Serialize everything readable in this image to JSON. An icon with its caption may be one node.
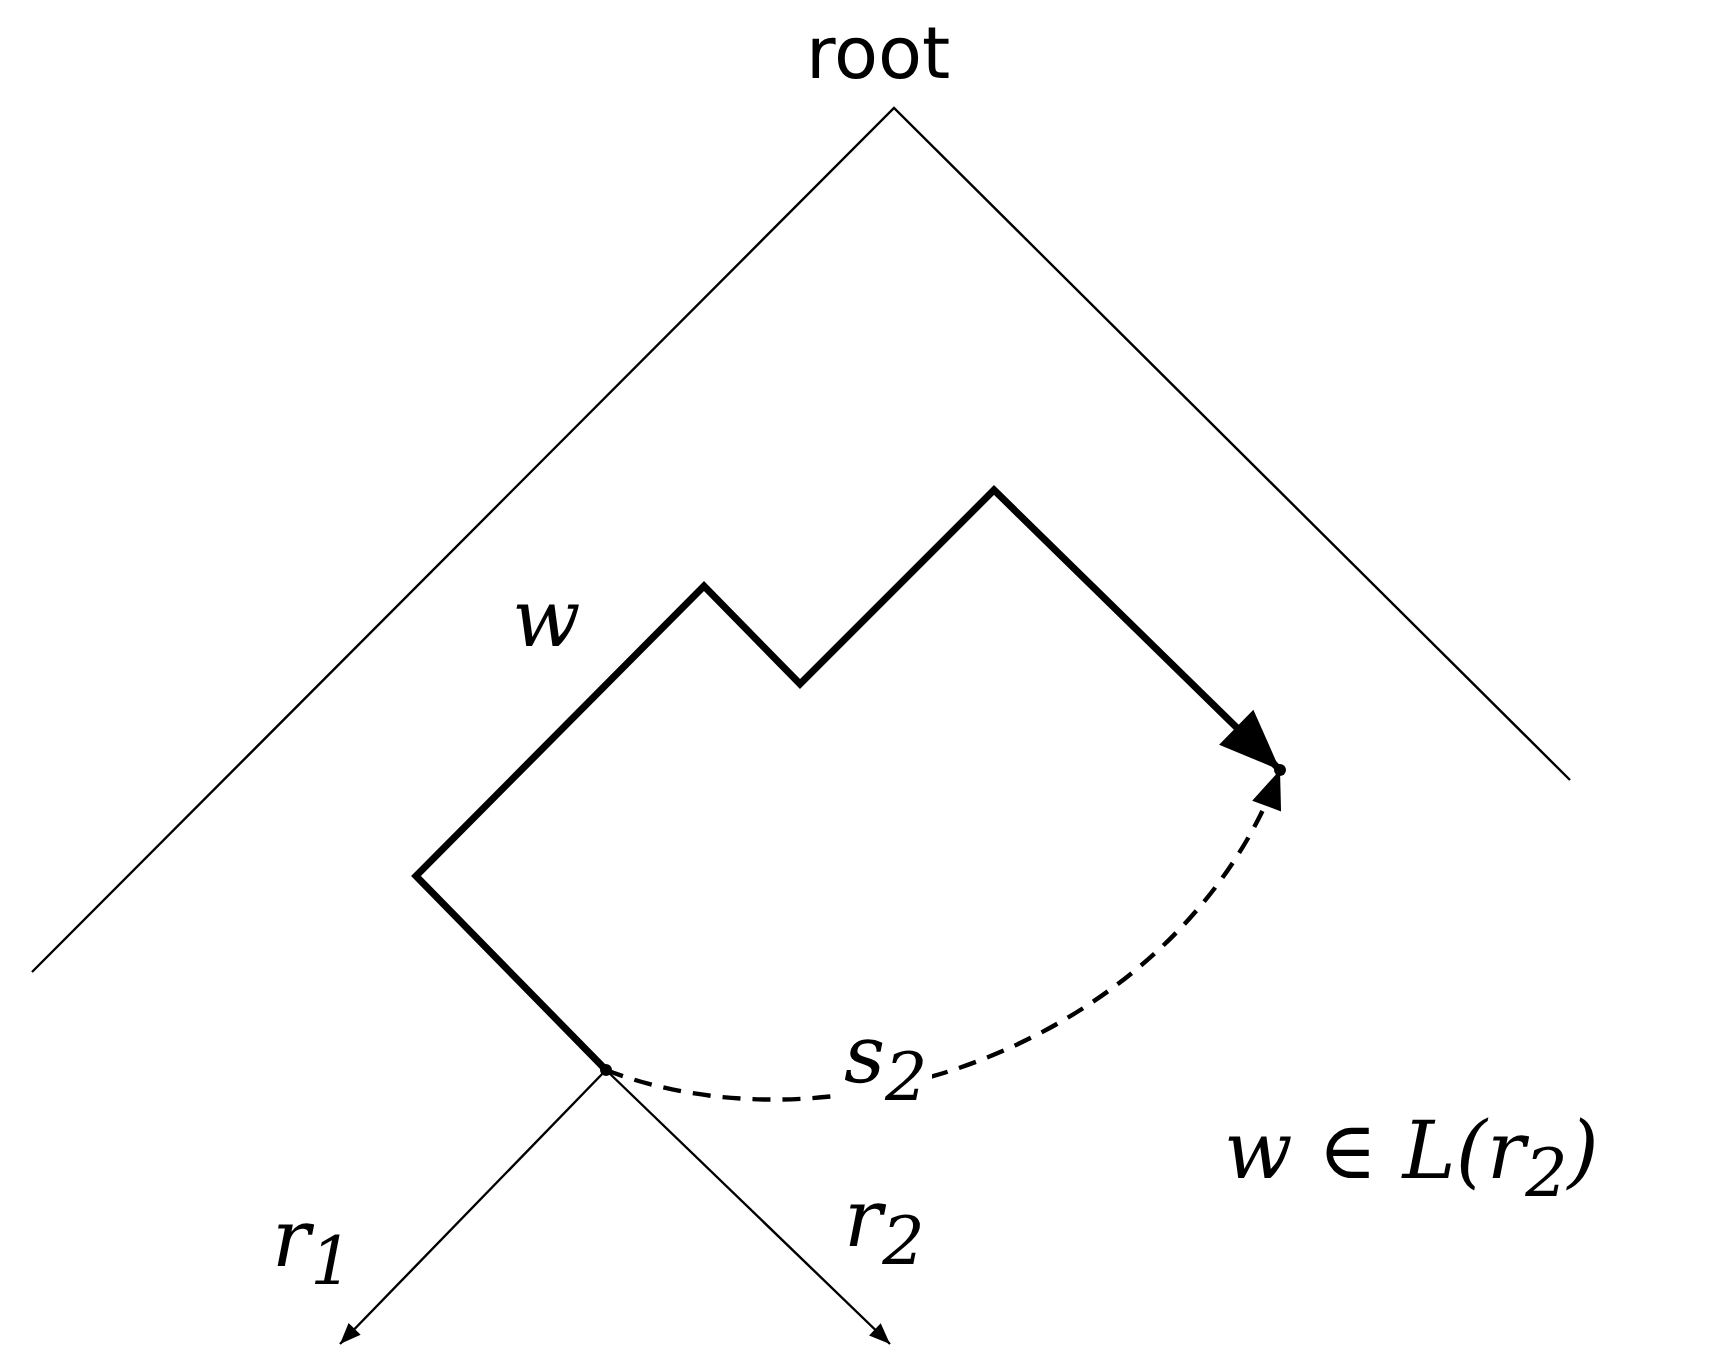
{
  "diagram": {
    "nodes": [
      {
        "text": [],
        "shape": "point"
      },
      {
        "text": [],
        "shape": "point"
      }
    ],
    "edges": [
      {
        "from": 0,
        "to": 1,
        "arrow": "to",
        "label": "w",
        "style": "thick"
      },
      {
        "from": 0,
        "to": 1,
        "arrow": "to",
        "label": "s$_{2}$",
        "style": "dashed"
      },
      {
        "from": 0,
        "to": null,
        "arrow": "to",
        "label": "r$_{1}$"
      },
      {
        "from": 0,
        "to": null,
        "arrow": "to",
        "label": "r$_{2}$"
      }
    ],
    "labels": [
      "root",
      "w ∈ L(r$_{2}$)"
    ]
  }
}
